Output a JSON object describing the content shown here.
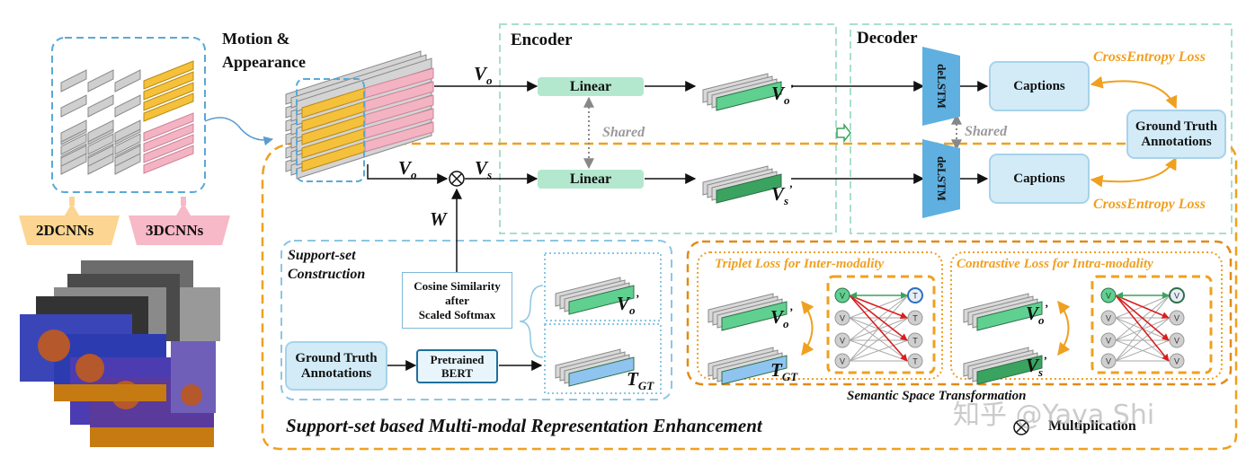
{
  "title_motion": "Motion &",
  "title_appearance": "Appearance",
  "encoder": "Encoder",
  "decoder": "Decoder",
  "linear": "Linear",
  "shared": "Shared",
  "captions": "Captions",
  "lstm": "deLSTM",
  "crossentropy": "CrossEntropy Loss",
  "gt_line1": "Ground Truth",
  "gt_line2": "Annotations",
  "cnn2d": "2DCNNs",
  "cnn3d": "3DCNNs",
  "support_line1": "Support-set",
  "support_line2": "Construction",
  "cos_line1": "Cosine Similarity",
  "cos_line2": "after",
  "cos_line3": "Scaled Softmax",
  "bert_line1": "Pretrained",
  "bert_line2": "BERT",
  "triplet": "Triplet Loss for Inter-modality",
  "contrastive": "Contrastive Loss for Intra-modality",
  "semantic": "Semantic Space Transformation",
  "enhancement": "Support-set based Multi-modal Representation Enhancement",
  "multiplication": "Multiplication",
  "watermark": "知乎 @Yaya Shi",
  "sym_v": "V",
  "sym_t": "T",
  "sym_w": "W",
  "sub_o": "o",
  "sub_s": "s",
  "sub_gt": "GT",
  "prime": "’",
  "node_v": "V",
  "node_t": "T",
  "colors": {
    "green_feature": "#5fd08f",
    "dark_green_feature": "#3aa35f",
    "blue_feature": "#8fc4f0",
    "yellow_feature": "#f5c13a",
    "pink_feature": "#f4b3c2",
    "orange_dash": "#f0a020",
    "blue_dash": "#8cc6e3",
    "lstm_blue": "#5fb0e0",
    "red_arrow": "#d81e1e"
  }
}
